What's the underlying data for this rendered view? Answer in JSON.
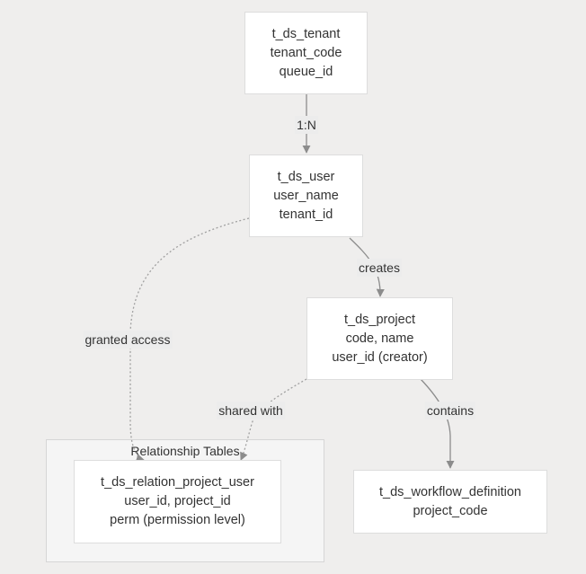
{
  "diagram": {
    "nodes": {
      "tenant": {
        "lines": [
          "t_ds_tenant",
          "tenant_code",
          "queue_id"
        ]
      },
      "user": {
        "lines": [
          "t_ds_user",
          "user_name",
          "tenant_id"
        ]
      },
      "project": {
        "lines": [
          "t_ds_project",
          "code, name",
          "user_id (creator)"
        ]
      },
      "relation": {
        "lines": [
          "t_ds_relation_project_user",
          "user_id, project_id",
          "perm (permission level)"
        ]
      },
      "workflow": {
        "lines": [
          "t_ds_workflow_definition",
          "project_code"
        ]
      }
    },
    "cluster": {
      "title": "Relationship Tables"
    },
    "edges": {
      "tenant_user": {
        "label": "1:N",
        "style": "solid"
      },
      "user_project": {
        "label": "creates",
        "style": "solid"
      },
      "user_relation": {
        "label": "granted access",
        "style": "dotted"
      },
      "project_relation": {
        "label": "shared with",
        "style": "dotted"
      },
      "project_workflow": {
        "label": "contains",
        "style": "solid"
      }
    }
  },
  "colors": {
    "background": "#efeeed",
    "node_fill": "#ffffff",
    "node_border": "#dddddd",
    "cluster_fill": "#f5f5f5",
    "cluster_border": "#d6d6d6",
    "edge": "#8c8c8c",
    "text": "#333333"
  }
}
